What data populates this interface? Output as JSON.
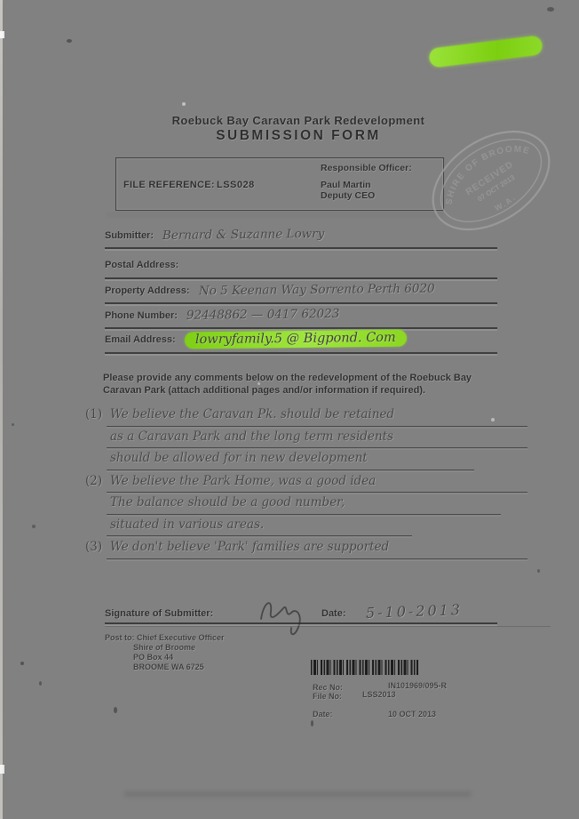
{
  "title": {
    "line1": "Roebuck Bay Caravan Park Redevelopment",
    "line2": "SUBMISSION FORM"
  },
  "reference_box": {
    "file_reference_label": "FILE REFERENCE:",
    "file_reference_value": "LSS028",
    "responsible_officer_label": "Responsible Officer:",
    "officer_name": "Paul Martin",
    "officer_title": "Deputy CEO"
  },
  "stamp": {
    "org": "SHIRE OF BROOME",
    "received": "RECEIVED",
    "date": "07 OCT 2013",
    "region": "W.A."
  },
  "fields": [
    {
      "label": "Submitter:",
      "value": "Bernard & Suzanne Lowry"
    },
    {
      "label": "Postal Address:",
      "value": ""
    },
    {
      "label": "Property Address:",
      "value": "No 5 Keenan Way  Sorrento Perth 6020"
    },
    {
      "label": "Phone Number:",
      "value": "92448862  —  0417 62023"
    },
    {
      "label": "Email Address:",
      "value": "lowryfamily.5 @ Bigpond. Com"
    }
  ],
  "instructions": "Please provide any comments below on the redevelopment of the Roebuck Bay Caravan Park (attach additional pages and/or information if required).",
  "comments": [
    {
      "number": "(1)",
      "lines": [
        "We believe the Caravan Pk. should be retained",
        "as a Caravan Park and the long term residents",
        "should be allowed for in new development"
      ]
    },
    {
      "number": "(2)",
      "lines": [
        "We believe the Park Home, was a good idea",
        "The balance should be a good number,",
        "situated in various areas."
      ]
    },
    {
      "number": "(3)",
      "lines": [
        "We don't believe 'Park' families are supported"
      ]
    }
  ],
  "signature": {
    "label": "Signature of Submitter:",
    "date_label": "Date:",
    "date_value": "5-10-2013"
  },
  "post_to": {
    "line1": "Post to: Chief Executive Officer",
    "line2": "Shire of Broome",
    "line3": "PO Box 44",
    "line4": "BROOME WA 6725"
  },
  "office_use": {
    "rec_no_label": "Rec No:",
    "rec_no_value": "IN101969/095-R",
    "file_no_label": "File No:",
    "file_no_value": "LSS2013",
    "date_label": "Date:",
    "date_value": "10 OCT 2013"
  },
  "colors": {
    "background": "#818181",
    "highlight_green": "#85d41d",
    "ink": "#2e2e2e",
    "stamp_gray": "#9b9b9b"
  }
}
